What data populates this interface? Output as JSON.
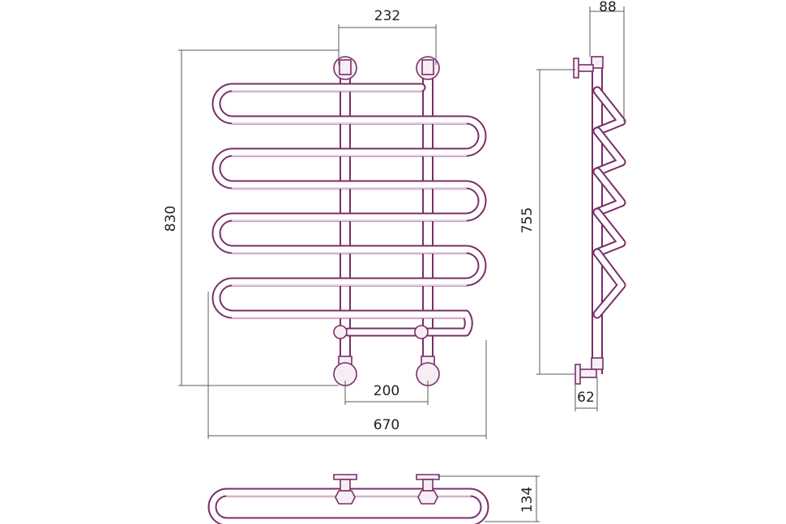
{
  "drawing": {
    "front_view": {
      "top_center_distance": "232",
      "bottom_center_distance": "200",
      "overall_height": "830",
      "overall_width": "670"
    },
    "side_view": {
      "depth": "88",
      "mounting_height": "755",
      "wall_offset": "62"
    },
    "top_view": {
      "depth": "134"
    }
  },
  "colors": {
    "tube": "#7a2e6a",
    "dimension_lines": "#5a5a5a",
    "text": "#222222"
  }
}
